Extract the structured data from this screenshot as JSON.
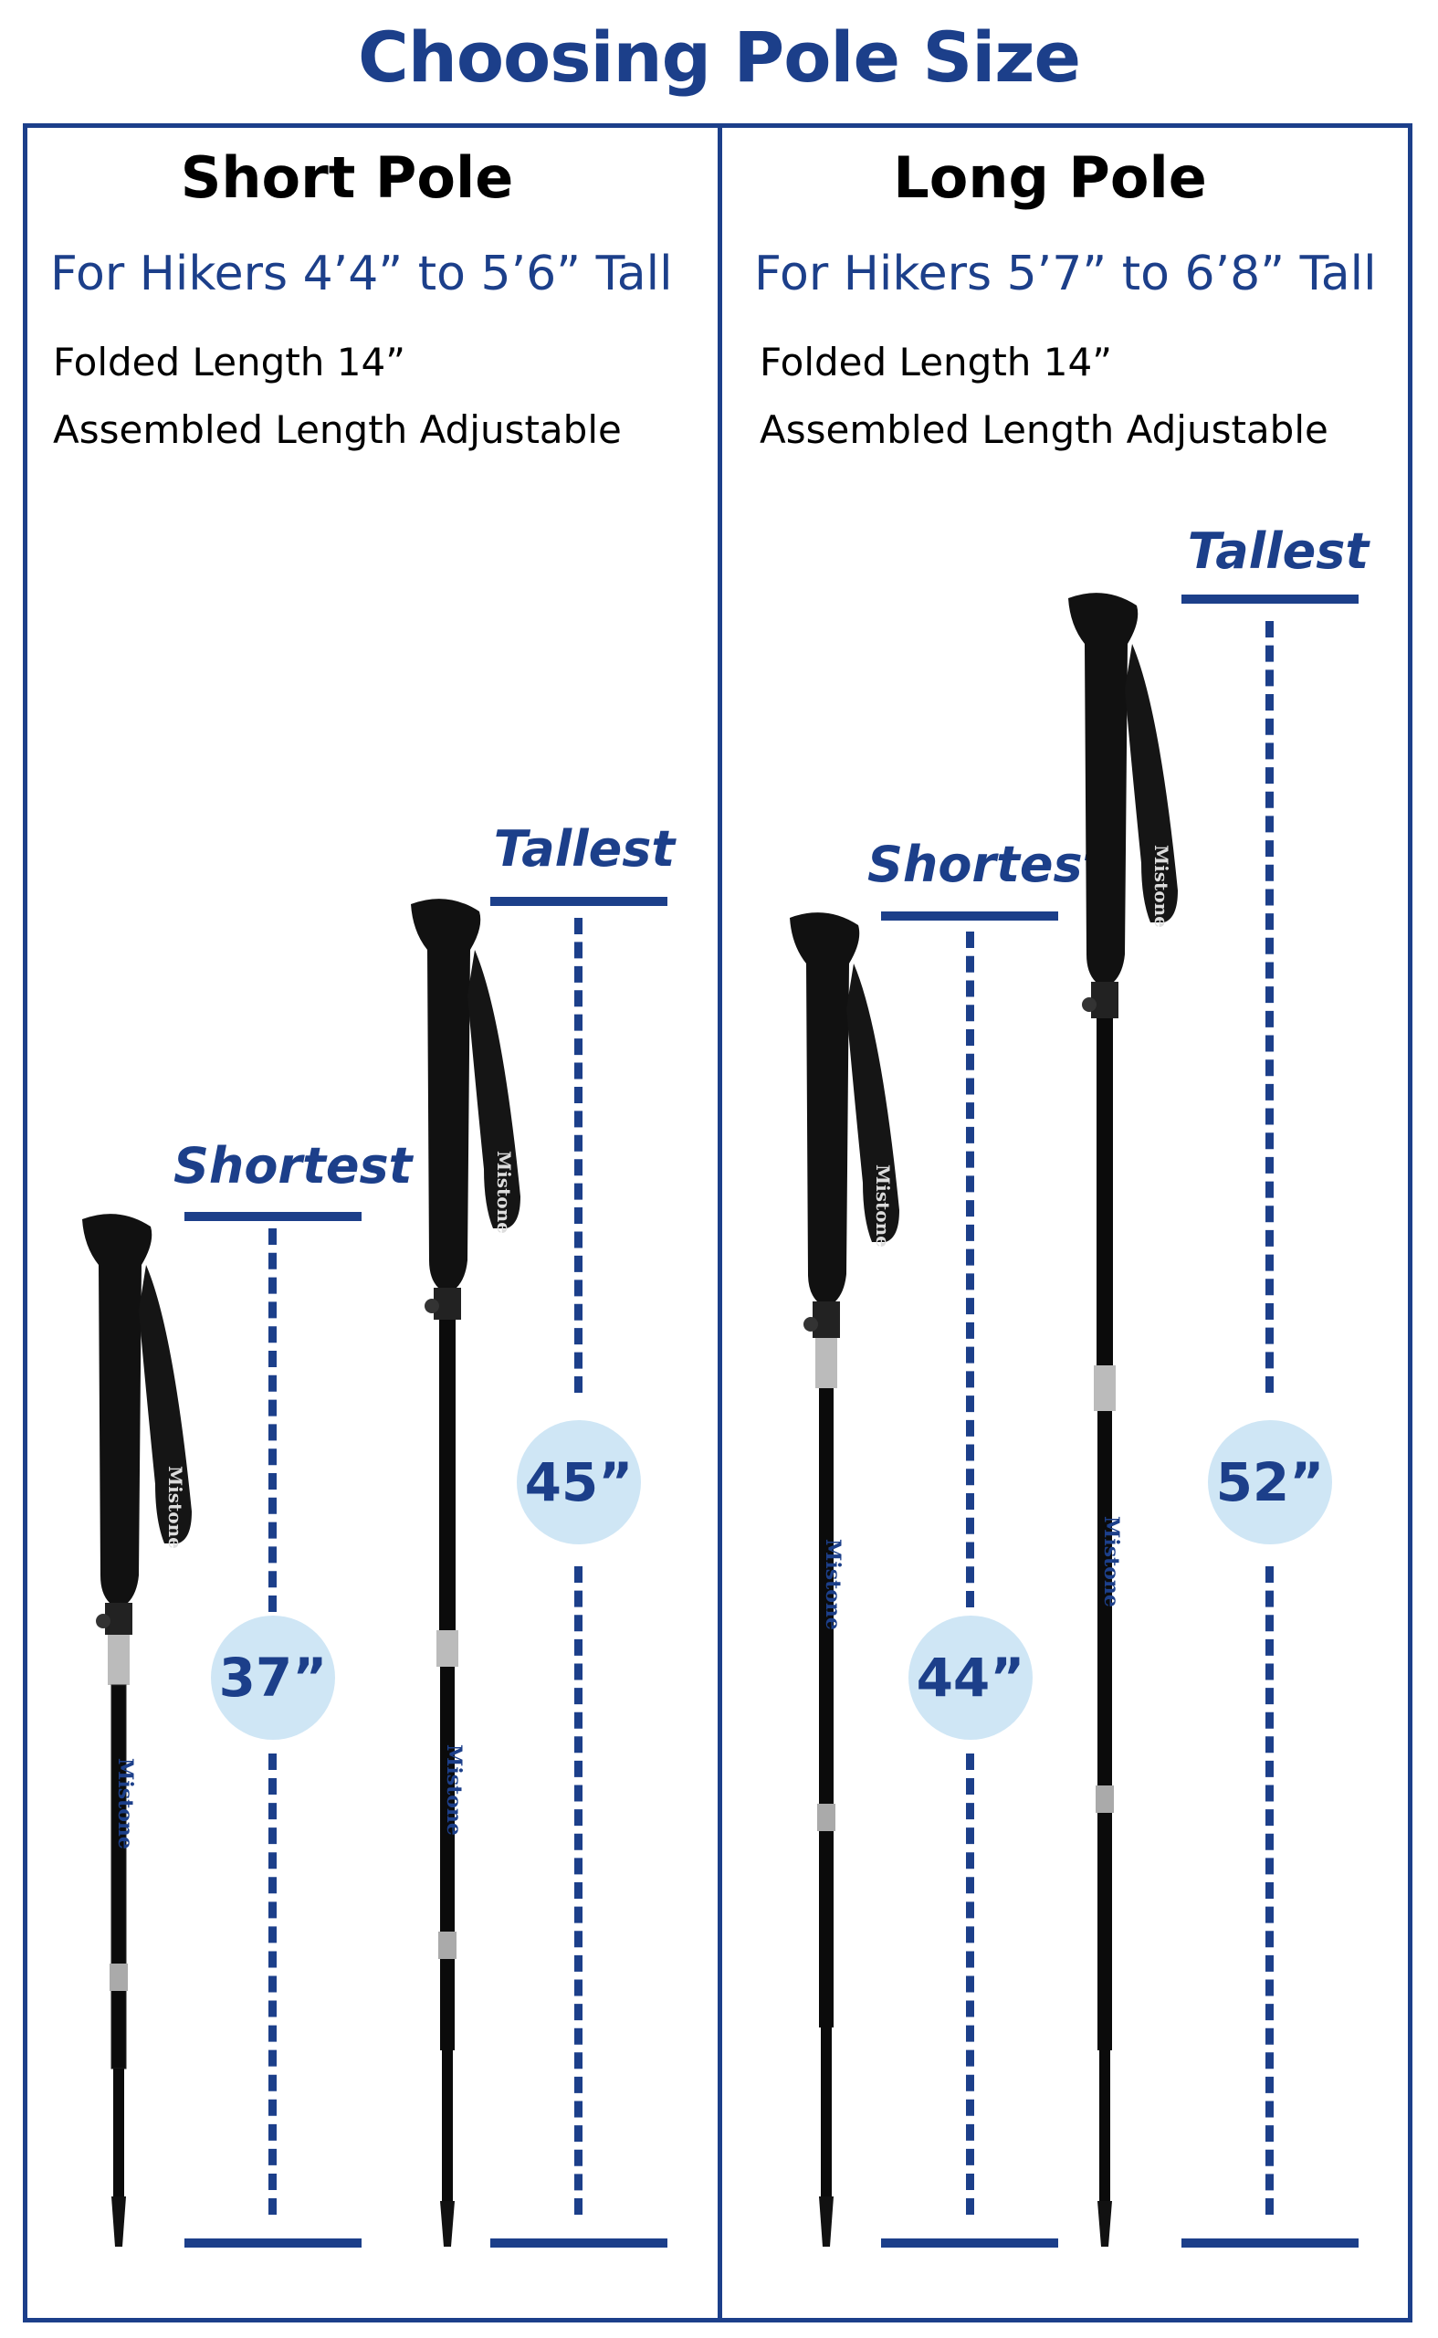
{
  "title": "Choosing Pole Size",
  "short_pole": {
    "heading": "Short Pole",
    "hikers": "For Hikers 4’4” to 5’6” Tall",
    "folded": "Folded Length 14”",
    "assembled": "Assembled Length Adjustable",
    "shortest_label": "Shortest",
    "shortest_value": "37”",
    "tallest_label": "Tallest",
    "tallest_value": "45”"
  },
  "long_pole": {
    "heading": "Long Pole",
    "hikers": "For Hikers 5’7” to 6’8” Tall",
    "folded": "Folded Length 14”",
    "assembled": "Assembled Length Adjustable",
    "shortest_label": "Shortest",
    "shortest_value": "44”",
    "tallest_label": "Tallest",
    "tallest_value": "52”"
  },
  "brand": "Mistone",
  "colors": {
    "accent": "#1c3f8a",
    "badge": "#cfe6f5",
    "pole": "#111111"
  }
}
